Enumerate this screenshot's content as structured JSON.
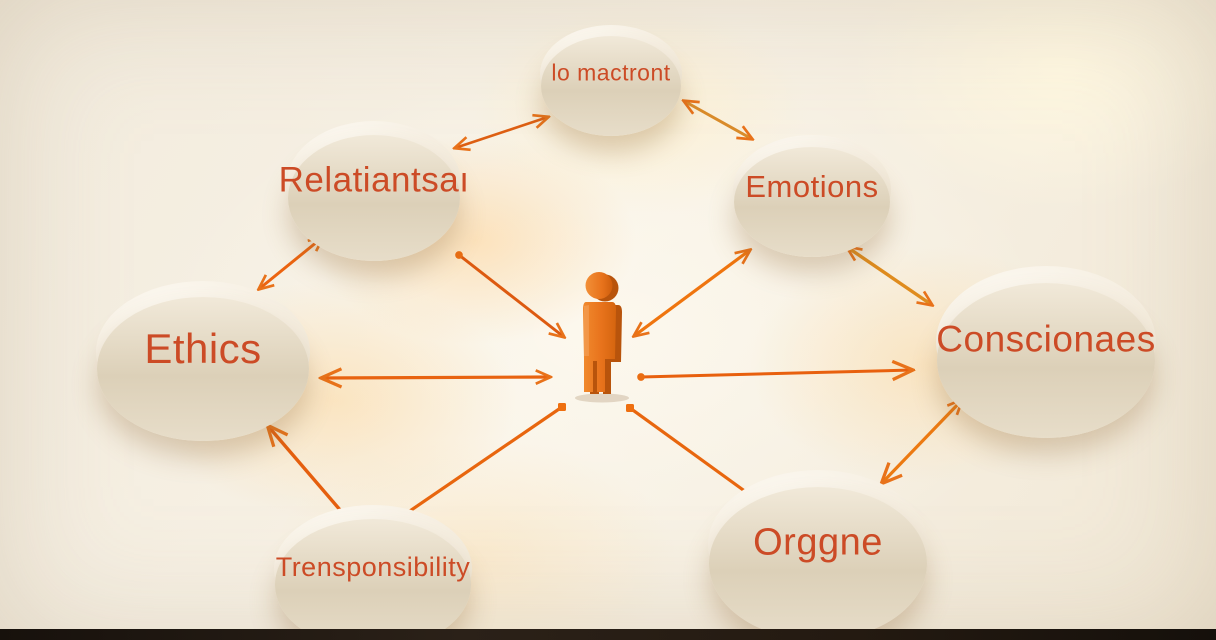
{
  "palette": {
    "accent_orange": "#e8721a",
    "label_color": "#cc4b26",
    "disc_top": "#f8f3ea",
    "disc_side": "#dcd0b8",
    "person_orange": "#e8751c",
    "background_base": "#f6efe2",
    "bottom_bar": "#241a12"
  },
  "nodes": [
    {
      "id": "io-mactront",
      "label": "lo mactront"
    },
    {
      "id": "relatiantsai",
      "label": "Relatiantsaı"
    },
    {
      "id": "emotions",
      "label": "Emotions"
    },
    {
      "id": "ethics",
      "label": "Ethics"
    },
    {
      "id": "conscionaes",
      "label": "Conscionaes"
    },
    {
      "id": "trensponsibility",
      "label": "Trensponsibility"
    },
    {
      "id": "orggne",
      "label": "Orggne"
    }
  ],
  "center_figure": {
    "id": "person",
    "icon": "person-icon"
  },
  "connections": [
    {
      "from": "relatiantsai",
      "to": "io-mactront",
      "type": "double-arrow"
    },
    {
      "from": "io-mactront",
      "to": "emotions",
      "type": "double-arrow"
    },
    {
      "from": "ethics",
      "to": "relatiantsai",
      "type": "double-arrow"
    },
    {
      "from": "emotions",
      "to": "conscionaes",
      "type": "double-arrow"
    },
    {
      "from": "relatiantsai",
      "to": "person",
      "type": "arrow"
    },
    {
      "from": "emotions",
      "to": "person",
      "type": "double-arrow"
    },
    {
      "from": "ethics",
      "to": "person",
      "type": "double-arrow"
    },
    {
      "from": "person",
      "to": "conscionaes",
      "type": "arrow"
    },
    {
      "from": "trensponsibility",
      "to": "ethics",
      "type": "arrow"
    },
    {
      "from": "trensponsibility",
      "to": "person",
      "type": "line"
    },
    {
      "from": "person",
      "to": "orggne",
      "type": "line"
    },
    {
      "from": "orggne",
      "to": "conscionaes",
      "type": "double-arrow"
    }
  ]
}
